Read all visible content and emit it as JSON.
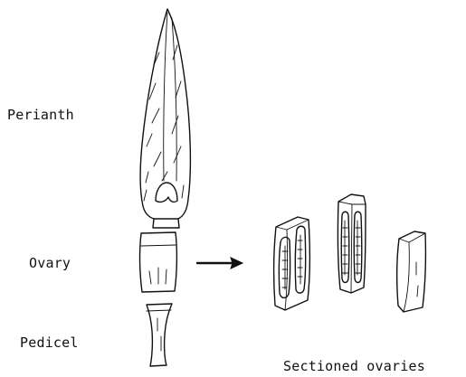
{
  "labels": {
    "perianth": "Perianth",
    "ovary": "Ovary",
    "pedicel": "Pedicel",
    "sectioned_ovaries": "Sectioned ovaries"
  },
  "colors": {
    "ink": "#111111",
    "background": "#ffffff"
  }
}
